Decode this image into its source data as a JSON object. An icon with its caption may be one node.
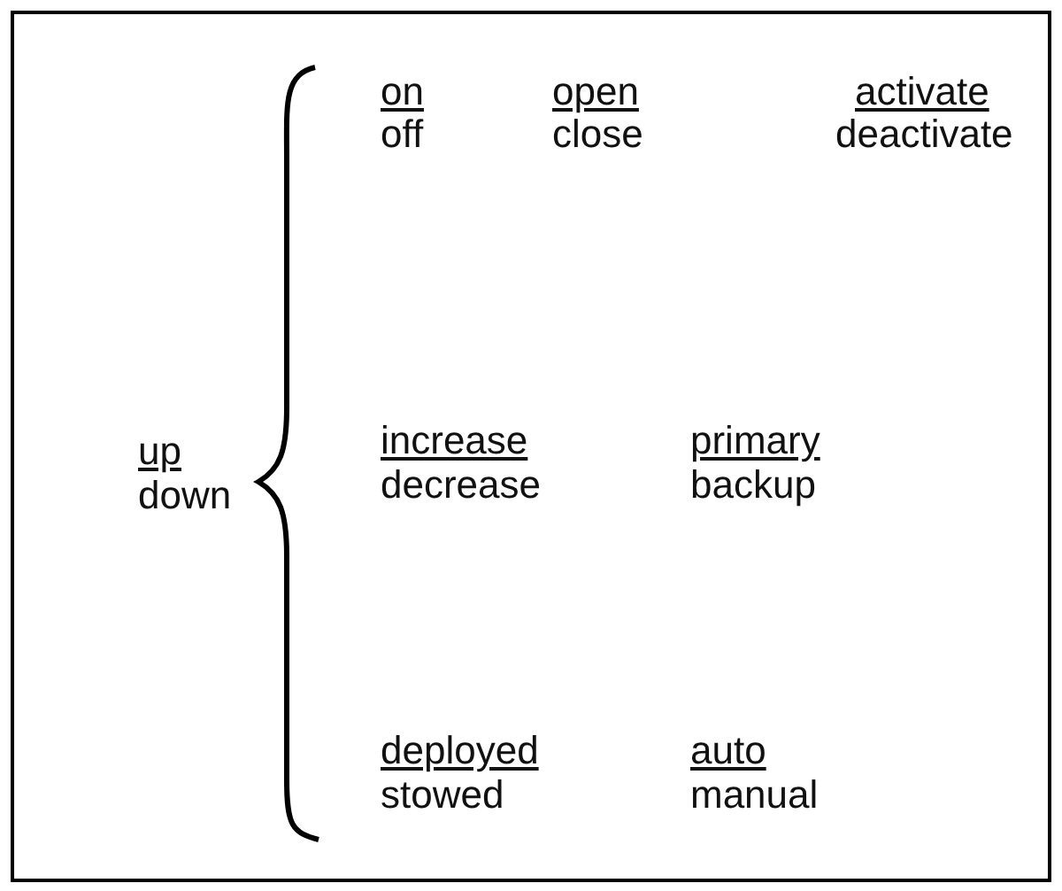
{
  "diagram": {
    "labels": [
      "on",
      "open",
      "activate",
      "off",
      "close",
      "deactivate",
      "up",
      "increase",
      "primary",
      "down",
      "decrease",
      "backup",
      "deployed",
      "auto",
      "stowed",
      "manual"
    ]
  }
}
